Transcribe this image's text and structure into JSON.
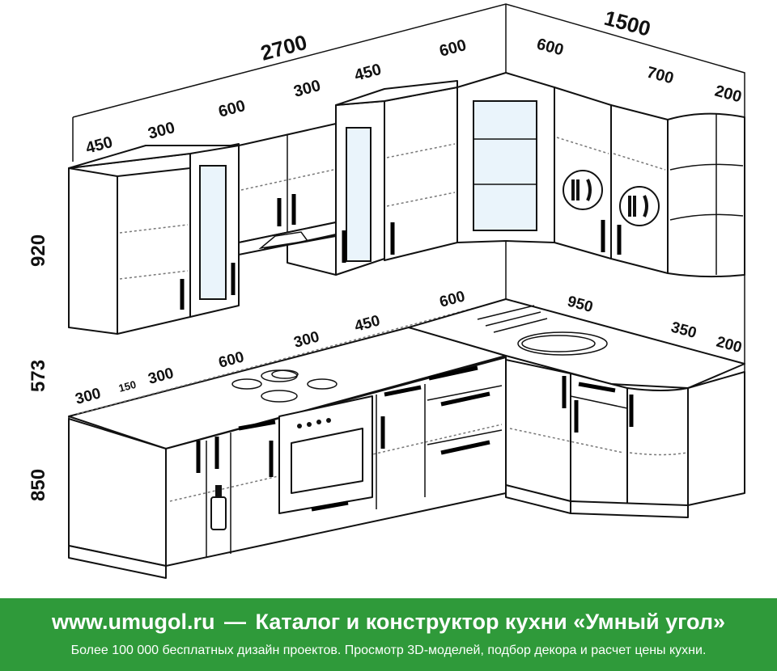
{
  "dimensions": {
    "top_total_left": "2700",
    "top_total_right": "1500",
    "upper_left": [
      "450",
      "300",
      "600",
      "300",
      "450",
      "600"
    ],
    "upper_right": [
      "600",
      "700",
      "200"
    ],
    "height_upper": "920",
    "height_gap": "573",
    "height_lower": "850",
    "lower_left": [
      "300",
      "150",
      "300",
      "600",
      "300",
      "450",
      "600"
    ],
    "lower_right": [
      "950",
      "350",
      "200"
    ]
  },
  "footer": {
    "site": "www.umugol.ru",
    "dash": "—",
    "slogan": "Каталог и конструктор кухни «Умный угол»",
    "subtitle": "Более 100 000 бесплатных дизайн проектов. Просмотр 3D-моделей, подбор декора и расчет цены кухни."
  },
  "colors": {
    "footer_bg": "#2f9a3a",
    "line": "#111111",
    "glass": "#eaf4fb"
  }
}
